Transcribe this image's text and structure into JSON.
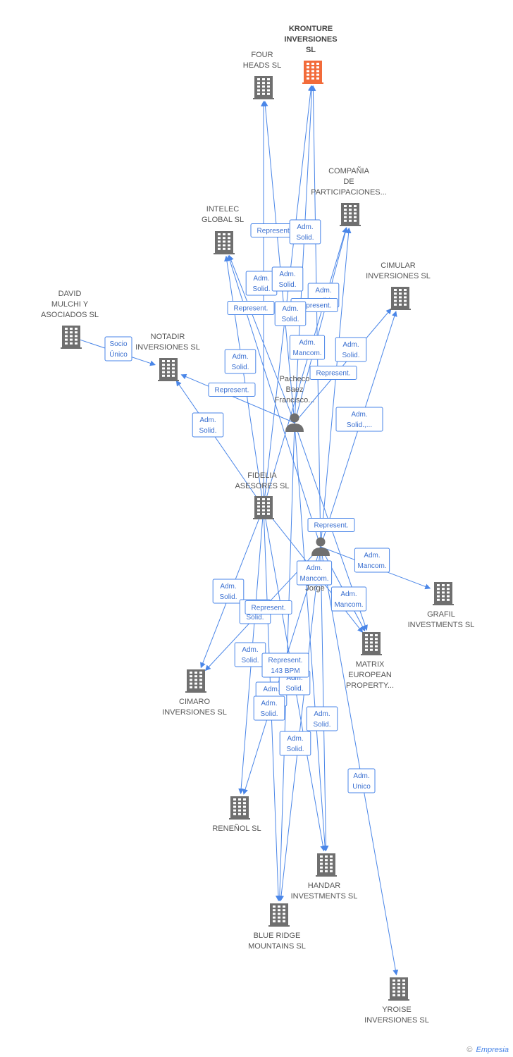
{
  "colors": {
    "edge": "#4a86e8",
    "company": "#6f6f6f",
    "focus": "#f26b3a",
    "person": "#6f6f6f"
  },
  "credit": {
    "symbol": "©",
    "brand": "Empresia"
  },
  "nodes": [
    {
      "id": "kronture",
      "kind": "company",
      "focus": true,
      "label": [
        "KRONTURE",
        "INVERSIONES",
        "SL"
      ]
    },
    {
      "id": "fourheads",
      "kind": "company",
      "label": [
        "FOUR",
        "HEADS SL"
      ]
    },
    {
      "id": "compania",
      "kind": "company",
      "label": [
        "COMPAÑIA",
        "DE",
        "PARTICIPACIONES..."
      ]
    },
    {
      "id": "intelec",
      "kind": "company",
      "label": [
        "INTELEC",
        "GLOBAL SL"
      ]
    },
    {
      "id": "cimular",
      "kind": "company",
      "label": [
        "CIMULAR",
        "INVERSIONES SL"
      ]
    },
    {
      "id": "david",
      "kind": "company",
      "label": [
        "DAVID",
        "MULCHI Y",
        "ASOCIADOS SL"
      ]
    },
    {
      "id": "notadir",
      "kind": "company",
      "label": [
        "NOTADIR",
        "INVERSIONES SL"
      ]
    },
    {
      "id": "pacheco",
      "kind": "person",
      "label": [
        "Pacheco",
        "Baez",
        "Francisco..."
      ]
    },
    {
      "id": "fidelia",
      "kind": "company",
      "label": [
        "FIDELIA",
        "ASESORES SL"
      ]
    },
    {
      "id": "jorge",
      "kind": "person",
      "label": [
        "Jorge"
      ]
    },
    {
      "id": "grafil",
      "kind": "company",
      "label": [
        "GRAFIL",
        "INVESTMENTS SL"
      ]
    },
    {
      "id": "matrix",
      "kind": "company",
      "label": [
        "MATRIX",
        "EUROPEAN",
        "PROPERTY..."
      ]
    },
    {
      "id": "cimaro",
      "kind": "company",
      "label": [
        "CIMARO",
        "INVERSIONES SL"
      ]
    },
    {
      "id": "renenol",
      "kind": "company",
      "label": [
        "RENEÑOL SL"
      ]
    },
    {
      "id": "handar",
      "kind": "company",
      "label": [
        "HANDAR",
        "INVESTMENTS SL"
      ]
    },
    {
      "id": "blueridge",
      "kind": "company",
      "label": [
        "BLUE RIDGE",
        "MOUNTAINS SL"
      ]
    },
    {
      "id": "yroise",
      "kind": "company",
      "label": [
        "YROISE",
        "INVERSIONES SL"
      ]
    }
  ],
  "edges": [
    {
      "from": "fidelia",
      "to": "fourheads",
      "label": [
        "Represent."
      ]
    },
    {
      "from": "fidelia",
      "to": "kronture",
      "label": [
        "Adm.",
        "Solid."
      ]
    },
    {
      "from": "pacheco",
      "to": "fourheads",
      "label": [
        "Adm.",
        "Solid."
      ]
    },
    {
      "from": "pacheco",
      "to": "kronture",
      "label": [
        "Adm.",
        "Solid."
      ]
    },
    {
      "from": "fidelia",
      "to": "compania",
      "label": [
        "Adm.",
        "Solid."
      ]
    },
    {
      "from": "pacheco",
      "to": "compania",
      "label": [
        "Represent."
      ]
    },
    {
      "from": "fidelia",
      "to": "intelec",
      "label": [
        "Represent."
      ]
    },
    {
      "from": "pacheco",
      "to": "intelec",
      "label": [
        "Adm.",
        "Solid."
      ]
    },
    {
      "from": "jorge",
      "to": "intelec",
      "label": [
        "Adm.",
        "Solid."
      ]
    },
    {
      "from": "jorge",
      "to": "kronture",
      "label": [
        "Adm.",
        "Mancom."
      ]
    },
    {
      "from": "pacheco",
      "to": "cimular",
      "label": [
        "Adm.",
        "Solid."
      ]
    },
    {
      "from": "jorge",
      "to": "cimular",
      "label": [
        "Adm.",
        "Solid.,..."
      ]
    },
    {
      "from": "pacheco",
      "to": "notadir",
      "label": [
        "Represent."
      ]
    },
    {
      "from": "fidelia",
      "to": "notadir",
      "label": [
        "Adm.",
        "Solid."
      ]
    },
    {
      "from": "david",
      "to": "notadir",
      "label": [
        "Socio",
        "Único"
      ]
    },
    {
      "from": "jorge",
      "to": "compania",
      "label": [
        "Represent."
      ]
    },
    {
      "from": "jorge",
      "to": "grafil",
      "label": [
        "Adm.",
        "Mancom."
      ]
    },
    {
      "from": "pacheco",
      "to": "matrix",
      "label": [
        "Adm.",
        "Mancom."
      ]
    },
    {
      "from": "jorge",
      "to": "matrix",
      "label": [
        "Adm.",
        "Mancom."
      ]
    },
    {
      "from": "fidelia",
      "to": "matrix",
      "label": [
        "Represent."
      ]
    },
    {
      "from": "fidelia",
      "to": "cimaro",
      "label": [
        "Adm.",
        "Solid."
      ]
    },
    {
      "from": "jorge",
      "to": "cimaro",
      "label": [
        "Adm.",
        "Solid."
      ]
    },
    {
      "from": "fidelia",
      "to": "renenol",
      "label": [
        "Represent."
      ]
    },
    {
      "from": "jorge",
      "to": "renenol",
      "label": [
        "Adm.",
        "Solid."
      ]
    },
    {
      "from": "fidelia",
      "to": "handar",
      "label": [
        "Adm.",
        "Solid."
      ]
    },
    {
      "from": "pacheco",
      "to": "handar",
      "label": [
        "Adm.",
        "Solid."
      ]
    },
    {
      "from": "jorge",
      "to": "handar",
      "label": [
        "Adm.",
        "Solid."
      ]
    },
    {
      "from": "fidelia",
      "to": "blueridge",
      "label": [
        "Adm.",
        "Solid."
      ]
    },
    {
      "from": "jorge",
      "to": "blueridge",
      "label": [
        "Adm.",
        "Solid."
      ]
    },
    {
      "from": "pacheco",
      "to": "blueridge",
      "label": [
        "Represent.",
        "143 BPM"
      ]
    },
    {
      "from": "jorge",
      "to": "yroise",
      "label": [
        "Adm.",
        "Unico"
      ]
    }
  ]
}
